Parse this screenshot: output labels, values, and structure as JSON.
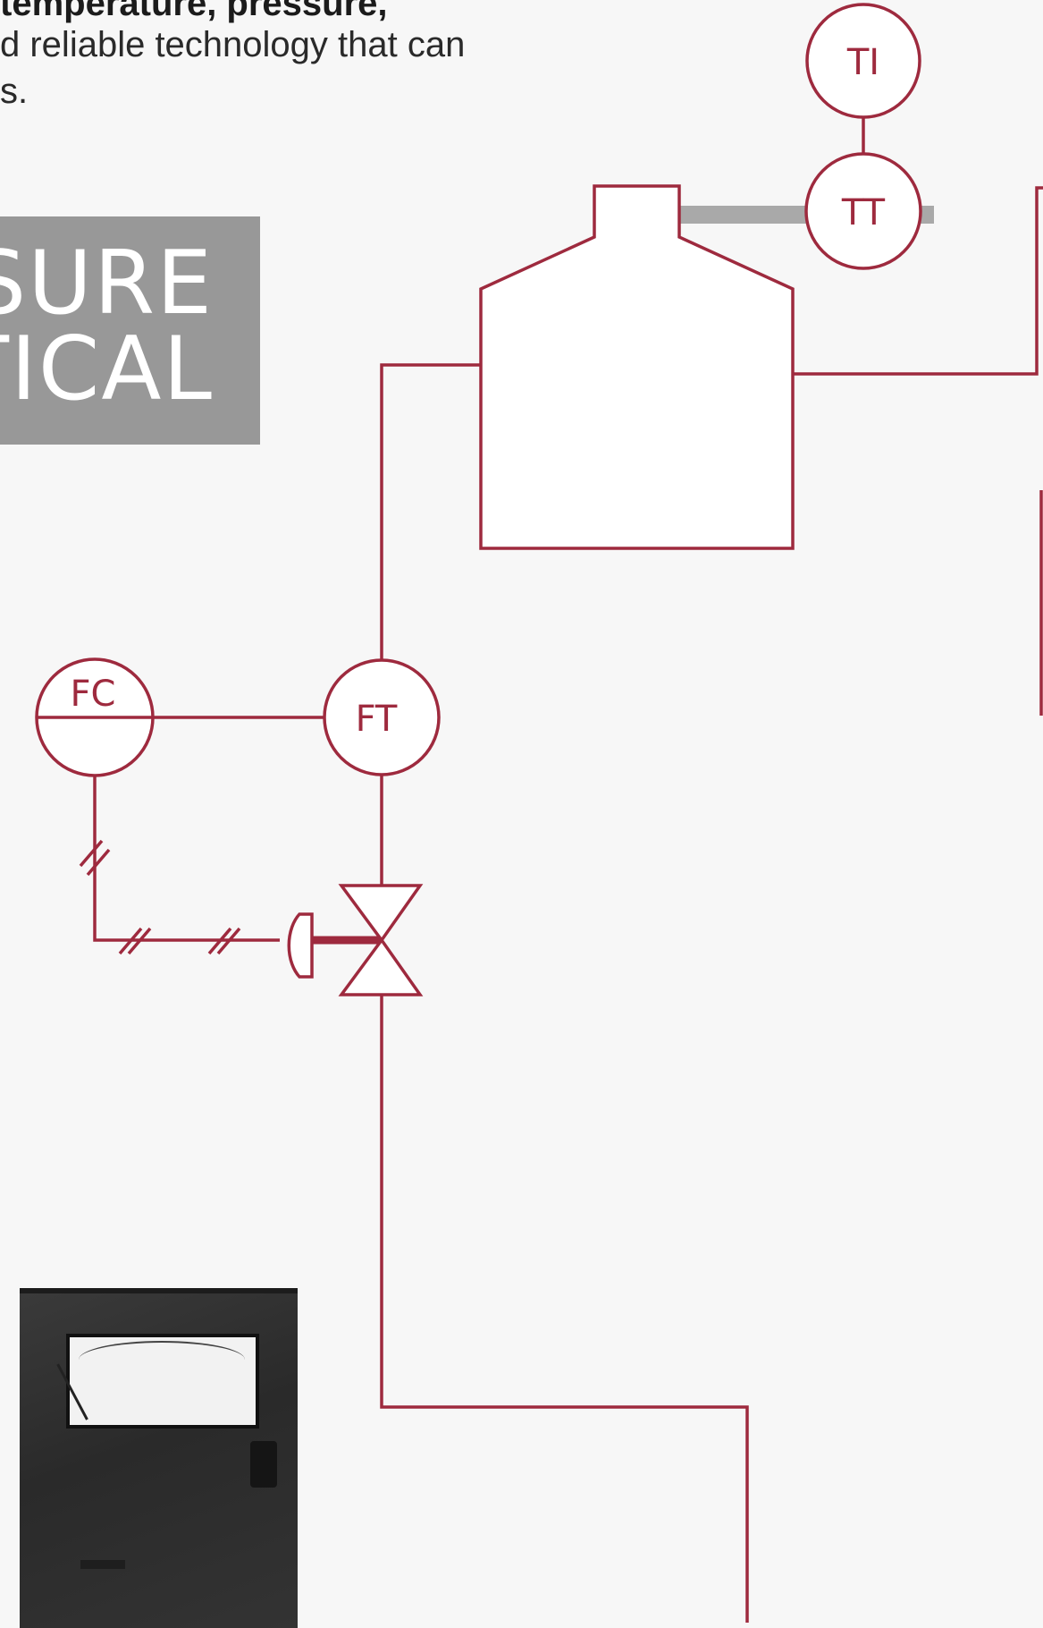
{
  "intro": {
    "line1": "temperature, pressure,",
    "line2": "d reliable technology that can",
    "line3": "s."
  },
  "banner": {
    "line1": "SURE",
    "line2": "TICAL"
  },
  "tags": {
    "ti": "TI",
    "tt": "TT",
    "fc": "FC",
    "ft": "FT"
  },
  "colors": {
    "line": "#9e2a3e",
    "connector": "#a9a9a9",
    "background": "#f7f7f7",
    "banner": "#989898"
  }
}
